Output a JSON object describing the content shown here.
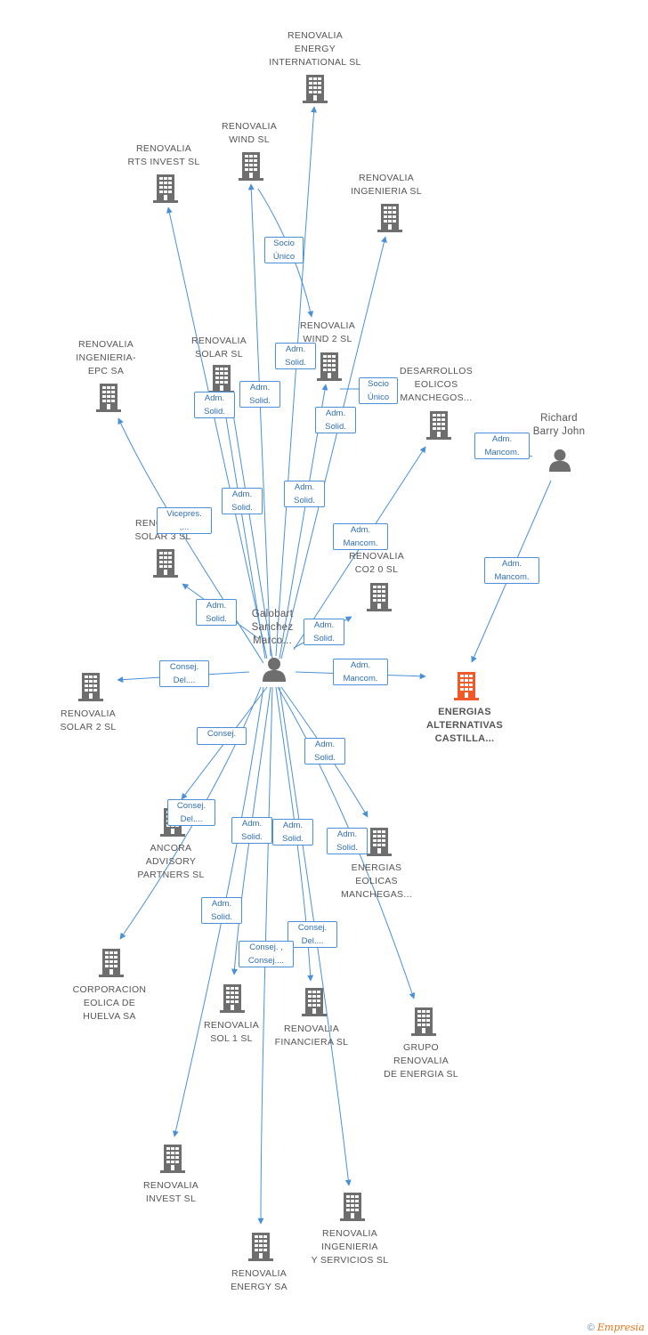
{
  "colors": {
    "edge": "#4a90d9",
    "building": "#6e6e6e",
    "main_building": "#f05a28",
    "person": "#6e6e6e"
  },
  "center": {
    "name": "Galobart\nSanchez\nMarco..."
  },
  "companies": [
    {
      "id": "energy-international",
      "name": "RENOVALIA\nENERGY\nINTERNATIONAL SL"
    },
    {
      "id": "wind",
      "name": "RENOVALIA\nWIND SL"
    },
    {
      "id": "rts-invest",
      "name": "RENOVALIA\nRTS INVEST SL"
    },
    {
      "id": "ingenieria",
      "name": "RENOVALIA\nINGENIERIA SL"
    },
    {
      "id": "ingenieria-epc",
      "name": "RENOVALIA\nINGENIERIA-\nEPC SA"
    },
    {
      "id": "solar",
      "name": "RENOVALIA\nSOLAR SL"
    },
    {
      "id": "wind-2",
      "name": "RENOVALIA\nWIND 2 SL"
    },
    {
      "id": "desarrollos",
      "name": "DESARROLLOS\nEOLICOS\nMANCHEGOS..."
    },
    {
      "id": "solar-3",
      "name": "RENOVALIA\nSOLAR 3 SL"
    },
    {
      "id": "co2",
      "name": "RENOVALIA\nCO2 0 SL"
    },
    {
      "id": "solar-2",
      "name": "RENOVALIA\nSOLAR 2 SL"
    },
    {
      "id": "energias-alternativas",
      "name": "ENERGIAS\nALTERNATIVAS\nCASTILLA..."
    },
    {
      "id": "ancora",
      "name": "ANCORA\nADVISORY\nPARTNERS SL"
    },
    {
      "id": "energias-eolicas",
      "name": "ENERGIAS\nEOLICAS\nMANCHEGAS..."
    },
    {
      "id": "corporacion",
      "name": "CORPORACION\nEOLICA DE\nHUELVA SA"
    },
    {
      "id": "sol-1",
      "name": "RENOVALIA\nSOL 1 SL"
    },
    {
      "id": "financiera",
      "name": "RENOVALIA\nFINANCIERA SL"
    },
    {
      "id": "grupo",
      "name": "GRUPO\nRENOVALIA\nDE ENERGIA SL"
    },
    {
      "id": "invest",
      "name": "RENOVALIA\nINVEST SL"
    },
    {
      "id": "ingenieria-servicios",
      "name": "RENOVALIA\nINGENIERIA\nY SERVICIOS SL"
    },
    {
      "id": "energy-sa",
      "name": "RENOVALIA\nENERGY SA"
    }
  ],
  "people": [
    {
      "id": "richard",
      "name": "Richard\nBarry John"
    }
  ],
  "relations": [
    {
      "label": "Socio\nÚnico"
    },
    {
      "label": "Adm.\nSolid."
    },
    {
      "label": "Adm.\nSolid."
    },
    {
      "label": "Adm.\nSolid."
    },
    {
      "label": "Socio\nÚnico"
    },
    {
      "label": "Adm.\nSolid."
    },
    {
      "label": "Adm.\nMancom."
    },
    {
      "label": "Adm.\nSolid."
    },
    {
      "label": "Adm.\nSolid."
    },
    {
      "label": "Vicepres.\n,..."
    },
    {
      "label": "Adm.\nMancom."
    },
    {
      "label": "Adm.\nMancom."
    },
    {
      "label": "Adm.\nSolid."
    },
    {
      "label": "Adm.\nSolid."
    },
    {
      "label": "Consej.\nDel...."
    },
    {
      "label": "Adm.\nMancom."
    },
    {
      "label": "Consej."
    },
    {
      "label": "Adm.\nSolid."
    },
    {
      "label": "Consej.\nDel...."
    },
    {
      "label": "Adm.\nSolid."
    },
    {
      "label": "Adm.\nSolid."
    },
    {
      "label": "Adm.\nSolid."
    },
    {
      "label": "Adm.\nSolid."
    },
    {
      "label": "Consej.\nDel...."
    },
    {
      "label": "Consej. ,\nConsej...."
    }
  ],
  "footer": {
    "copyright": "©",
    "brand": "Empresia"
  }
}
